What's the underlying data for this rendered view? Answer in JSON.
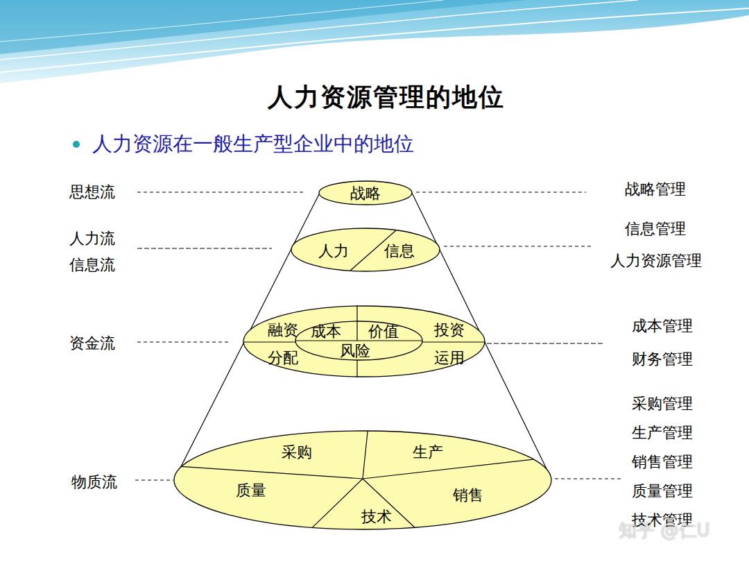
{
  "diagram": {
    "title": "人力资源管理的地位",
    "nodes": [
      {
        "text": [
          "战略"
        ]
      },
      {
        "text": [
          "人力",
          "信息"
        ]
      },
      {
        "text": [
          "融资",
          "分配",
          "投资",
          "运用"
        ]
      },
      {
        "text": [
          "成本",
          "价值",
          "风险"
        ],
        "in": 2
      },
      {
        "text": [
          "采购",
          "生产",
          "质量",
          "销售",
          "技术"
        ]
      }
    ],
    "labels": [
      "人力资源在一般生产型企业中的地位",
      "思想流",
      "人力流",
      "信息流",
      "资金流",
      "物质流",
      "战略管理",
      "信息管理",
      "人力资源管理",
      "成本管理",
      "财务管理",
      "采购管理",
      "生产管理",
      "销售管理",
      "质量管理",
      "技术管理",
      "知乎 @仁U"
    ]
  }
}
